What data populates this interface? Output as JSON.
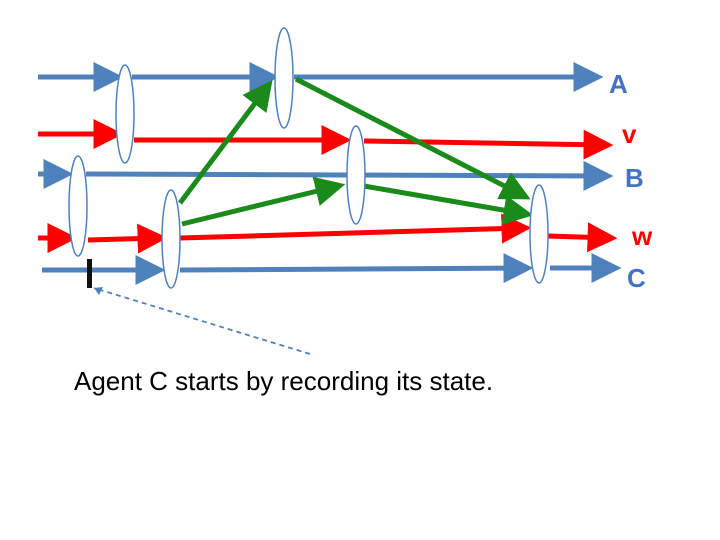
{
  "colors": {
    "process_line": "#4f81bd",
    "channel_line": "#ff0000",
    "marker_message": "#1a8a1a",
    "label_process": "#4472c4",
    "label_channel": "#ff0000",
    "ellipse_stroke": "#4f81bd",
    "dashed_pointer": "#4f81bd"
  },
  "labels": {
    "A": "A",
    "v": "v",
    "B": "B",
    "w": "w",
    "C": "C"
  },
  "caption": "Agent C starts by recording its state."
}
